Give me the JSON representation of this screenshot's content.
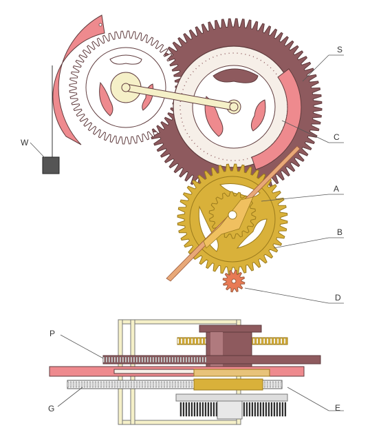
{
  "labels": {
    "W": "W",
    "S": "S",
    "C": "C",
    "A": "A",
    "B": "B",
    "D": "D",
    "P": "P",
    "G": "G",
    "E": "E"
  },
  "colors": {
    "brown": "#8e5a5e",
    "brown_dark": "#5e3a3c",
    "pink": "#ee8a8e",
    "gold": "#d9b13a",
    "gold_dark": "#9a7a1c",
    "cream": "#f5f0c8",
    "white": "#ffffff",
    "orange": "#e87a55",
    "weight": "#555555"
  }
}
